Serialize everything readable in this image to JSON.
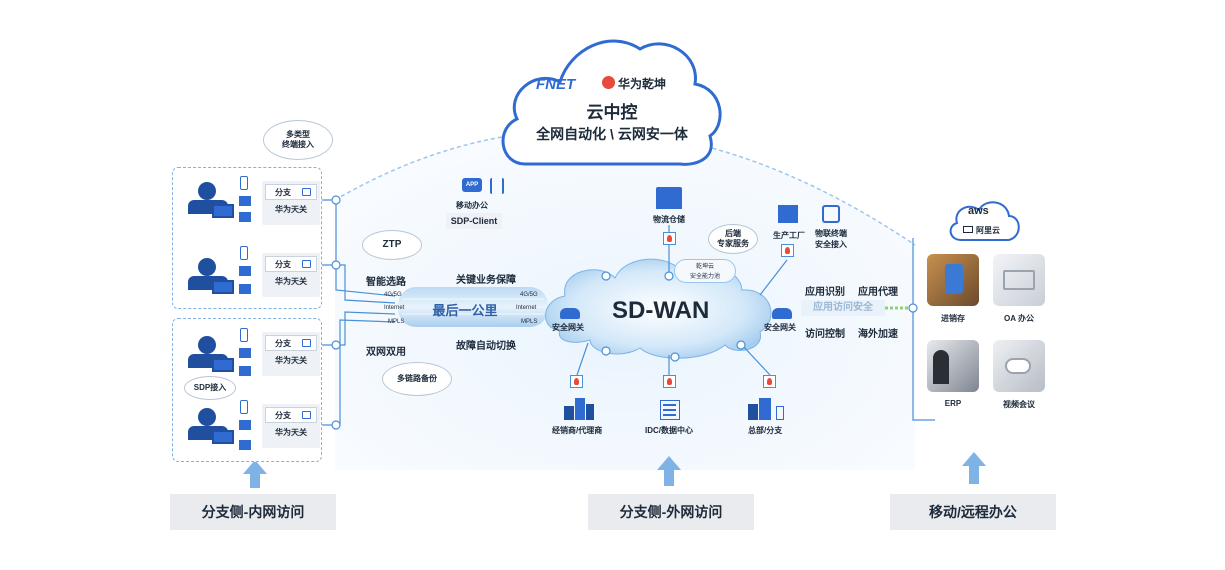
{
  "cloud": {
    "brand_fnet": "FNET",
    "brand_huawei": "华为乾坤",
    "title": "云中控",
    "subtitle": "全网自动化 \\ 云网安一体"
  },
  "left": {
    "bubble_terminal": [
      "多类型",
      "终端接入"
    ],
    "groups": [
      {
        "gateways": [
          {
            "branch_label": "分支",
            "gateway_label": "华为天关"
          },
          {
            "branch_label": "分支",
            "gateway_label": "华为天关"
          }
        ]
      },
      {
        "gateways": [
          {
            "branch_label": "分支",
            "gateway_label": "华为天关"
          },
          {
            "branch_label": "分支",
            "gateway_label": "华为天关"
          }
        ]
      }
    ],
    "sdp_access": "SDP接入",
    "caption": "分支侧-内网访问"
  },
  "lastmile": {
    "ztp": "ZTP",
    "smart_routing": "智能选路",
    "key_service": "关键业务保障",
    "dual_network": "双网双用",
    "failover": "故障自动切换",
    "multilink_backup": "多链路备份",
    "pipe_label": "最后一公里",
    "links_left": [
      "4G/5G",
      "Internet",
      "MPLS"
    ],
    "links_right": [
      "4G/5G",
      "Internet",
      "MPLS"
    ]
  },
  "center": {
    "mobile_office": "移动办公",
    "sdp_client": "SDP-Client",
    "app_icon_text": "APP",
    "logistics": "物流仓储",
    "backend_service": [
      "后端",
      "专家服务"
    ],
    "qiankun_cloud": [
      "乾坤云",
      "安全能力池"
    ],
    "factory": "生产工厂",
    "iot_terminal": [
      "物联终端",
      "安全接入"
    ],
    "sdwan": "SD-WAN",
    "sec_gateway_left": "安全网关",
    "sec_gateway_right": "安全网关",
    "dealer": "经销商/代理商",
    "idc": "IDC/数据中心",
    "hq": "总部/分支",
    "caption": "分支侧-外网访问"
  },
  "right": {
    "app_identify": "应用识别",
    "app_proxy": "应用代理",
    "app_return": "应用访问安全",
    "access_control": "访问控制",
    "overseas_accel": "海外加速",
    "aws": "aws",
    "aliyun": "阿里云",
    "apps": [
      "进销存",
      "OA 办公",
      "ERP",
      "视频会议"
    ],
    "caption": "移动/远程办公"
  },
  "colors": {
    "primary_blue": "#2f6bd1",
    "light_blue": "#7fb3e6",
    "cloud_fill": "#e6f1fb",
    "fire_red": "#e84a3c",
    "fire_orange": "#f5a623",
    "caption_bg": "#e9ebef",
    "green_line": "#8fd46a"
  }
}
